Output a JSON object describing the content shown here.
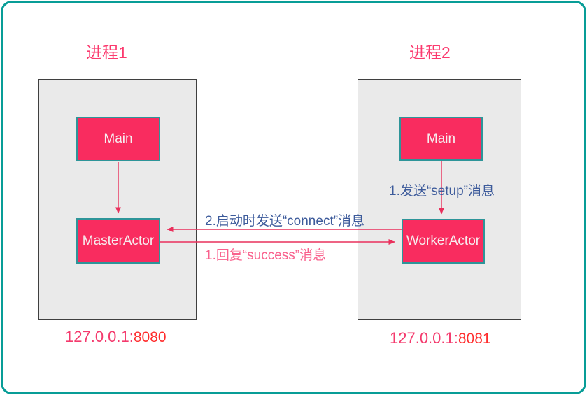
{
  "canvas": {
    "background": "#ffffff",
    "frame_border_color": "#089d97"
  },
  "colors": {
    "node_fill": "#f92c5f",
    "node_border": "#2e9599",
    "node_text": "#f6eeef",
    "process_fill": "#eaeaea",
    "process_border": "#3f3f3f",
    "arrow": "#e9305c",
    "blue_label": "#3d5b9b",
    "pink_label": "#f9618d",
    "title": "#fb3a6e",
    "ip_text": "#f43a6d",
    "port_text": "#ff2d2d"
  },
  "processes": [
    {
      "title": "进程1",
      "ip": "127.0.0.1:",
      "port": "8080",
      "nodes": [
        {
          "label": "Main"
        },
        {
          "label": "MasterActor"
        }
      ]
    },
    {
      "title": "进程2",
      "ip": "127.0.0.1:",
      "port": "8081",
      "nodes": [
        {
          "label": "Main"
        },
        {
          "label": "WorkerActor"
        }
      ]
    }
  ],
  "messages": {
    "setup": "1.发送“setup”消息",
    "connect": "2.启动时发送“connect”消息",
    "success": "1.回复“success”消息"
  }
}
